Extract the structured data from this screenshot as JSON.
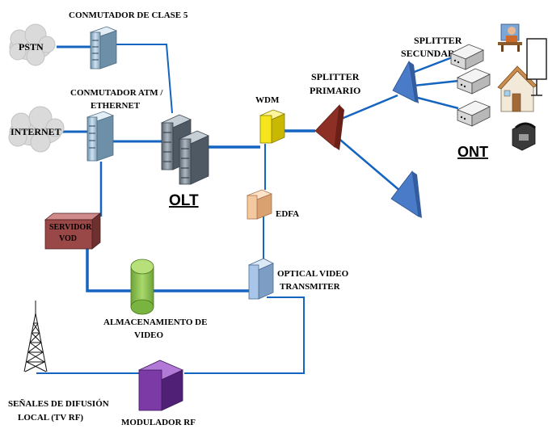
{
  "labels": {
    "pstn": "PSTN",
    "internet": "INTERNET",
    "switch_class5": "CONMUTADOR DE CLASE 5",
    "switch_atm_line1": "CONMUTADOR ATM /",
    "switch_atm_line2": "ETHERNET",
    "olt": "OLT",
    "wdm": "WDM",
    "splitter_primary_line1": "SPLITTER",
    "splitter_primary_line2": "PRIMARIO",
    "splitter_secondary_line1": "SPLITTER",
    "splitter_secondary_line2": "SECUNDARIO",
    "ont": "ONT",
    "edfa": "EDFA",
    "vod_line1": "SERVIDOR",
    "vod_line2": "VOD",
    "storage_line1": "ALMACENAMIENTO DE",
    "storage_line2": "VIDEO",
    "optical_tx_line1": "OPTICAL VIDEO",
    "optical_tx_line2": "TRANSMITER",
    "broadcast_line1": "SEÑALES DE DIFUSIÓN",
    "broadcast_line2": "LOCAL (TV RF)",
    "modulator": "MODULADOR RF"
  },
  "colors": {
    "link": "#1565c0",
    "cloud": "#dadada",
    "server": "#a9cbe6",
    "wdm": "#f5e51c",
    "splitter_primary": "#8e2f25",
    "splitter_secondary": "#4a7bc8",
    "edfa": "#f5c9a0",
    "vod": "#9a4747",
    "storage": "#8bc34a",
    "optical_tx": "#a9c6e8",
    "modulator": "#7b3aa6"
  }
}
